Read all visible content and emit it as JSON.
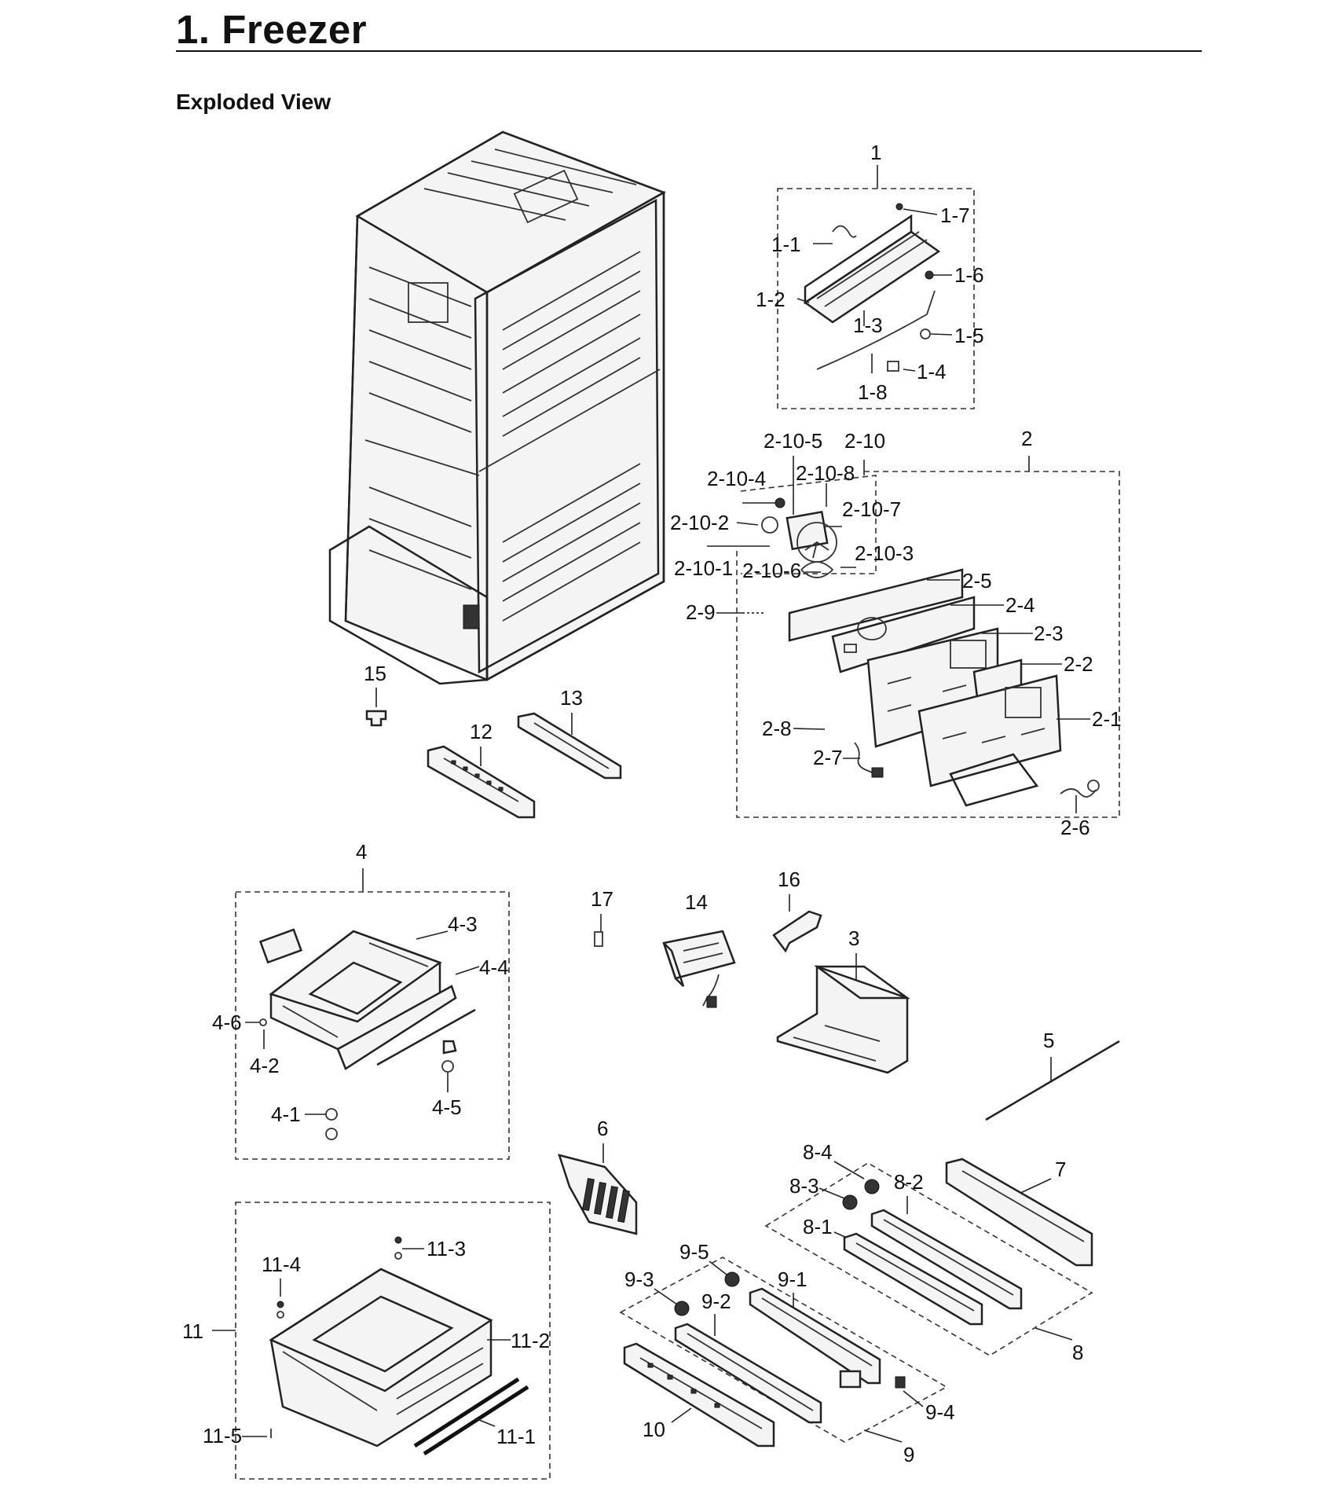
{
  "page": {
    "title": "1.  Freezer",
    "subtitle": "Exploded View"
  },
  "callouts": {
    "c1": "1",
    "c1_1": "1-1",
    "c1_2": "1-2",
    "c1_3": "1-3",
    "c1_4": "1-4",
    "c1_5": "1-5",
    "c1_6": "1-6",
    "c1_7": "1-7",
    "c1_8": "1-8",
    "c2": "2",
    "c2_1": "2-1",
    "c2_2": "2-2",
    "c2_3": "2-3",
    "c2_4": "2-4",
    "c2_5": "2-5",
    "c2_6": "2-6",
    "c2_7": "2-7",
    "c2_8": "2-8",
    "c2_9": "2-9",
    "c2_10": "2-10",
    "c2_10_1": "2-10-1",
    "c2_10_2": "2-10-2",
    "c2_10_3": "2-10-3",
    "c2_10_4": "2-10-4",
    "c2_10_5": "2-10-5",
    "c2_10_6": "2-10-6",
    "c2_10_7": "2-10-7",
    "c2_10_8": "2-10-8",
    "c3": "3",
    "c4": "4",
    "c4_1": "4-1",
    "c4_2": "4-2",
    "c4_3": "4-3",
    "c4_4": "4-4",
    "c4_5": "4-5",
    "c4_6": "4-6",
    "c5": "5",
    "c6": "6",
    "c7": "7",
    "c8": "8",
    "c8_1": "8-1",
    "c8_2": "8-2",
    "c8_3": "8-3",
    "c8_4": "8-4",
    "c9": "9",
    "c9_1": "9-1",
    "c9_2": "9-2",
    "c9_3": "9-3",
    "c9_4": "9-4",
    "c9_5": "9-5",
    "c10": "10",
    "c11": "11",
    "c11_1": "11-1",
    "c11_2": "11-2",
    "c11_3": "11-3",
    "c11_4": "11-4",
    "c11_5": "11-5",
    "c12": "12",
    "c13": "13",
    "c14": "14",
    "c15": "15",
    "c16": "16",
    "c17": "17"
  }
}
